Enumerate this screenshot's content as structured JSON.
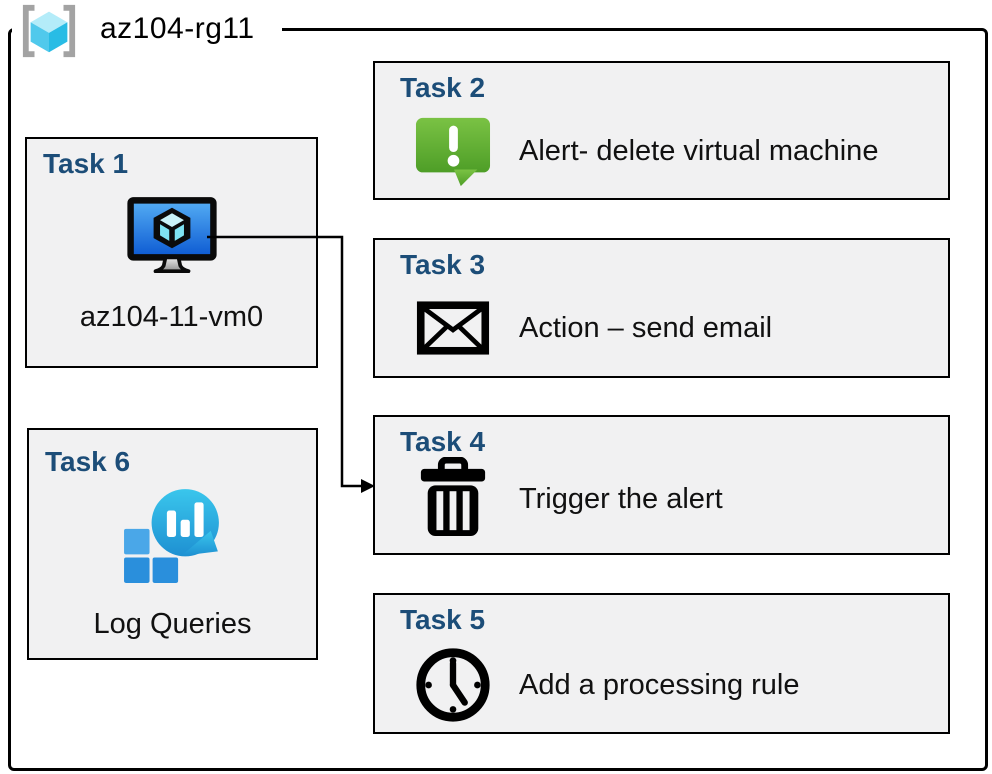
{
  "diagram": {
    "resource_group": {
      "label": "az104-rg11",
      "icon": "resource-group-icon"
    },
    "tasks": [
      {
        "id": "task-1",
        "title": "Task 1",
        "label": "az104-11-vm0",
        "icon": "virtual-machine-icon"
      },
      {
        "id": "task-2",
        "title": "Task 2",
        "label": "Alert- delete virtual machine",
        "icon": "alert-message-icon"
      },
      {
        "id": "task-3",
        "title": "Task 3",
        "label": "Action – send email",
        "icon": "email-envelope-icon"
      },
      {
        "id": "task-4",
        "title": "Task 4",
        "label": "Trigger the alert",
        "icon": "trash-delete-icon"
      },
      {
        "id": "task-5",
        "title": "Task 5",
        "label": "Add a processing rule",
        "icon": "clock-icon"
      },
      {
        "id": "task-6",
        "title": "Task 6",
        "label": "Log Queries",
        "icon": "log-analytics-icon"
      }
    ],
    "connector": {
      "from": "task-1",
      "to": "task-4",
      "style": "elbow-arrow"
    },
    "colors": {
      "task_title": "#1c4d78",
      "box_fill": "#f1f1f2",
      "border": "#000000",
      "alert_green_top": "#7ac244",
      "alert_green_bottom": "#4e9e27",
      "vm_screen_top": "#55aef4",
      "vm_screen_bottom": "#0c59d2",
      "log_bubble_top": "#3ac6ec",
      "log_bubble_bottom": "#1e90d2",
      "log_square_light": "#4aa7e8",
      "log_square_dark": "#2a8fdc",
      "rg_cube_top": "#b4ecf9",
      "rg_cube_left": "#50c9ec",
      "rg_cube_right": "#28bce5",
      "rg_bracket_gray": "#a3a3a3"
    }
  }
}
